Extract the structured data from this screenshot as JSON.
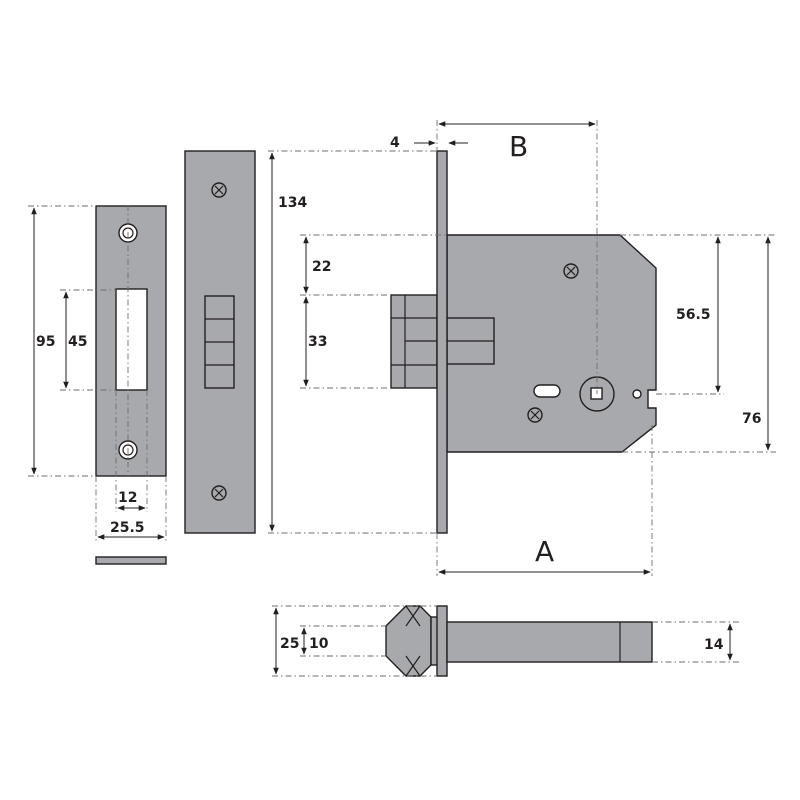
{
  "dimensions": {
    "strike_height": "95",
    "strike_slot_height": "45",
    "strike_slot_width": "12",
    "strike_width": "25.5",
    "forend_height": "134",
    "forend_thickness": "4",
    "backset_label": "B",
    "case_depth_label": "A",
    "bolt_upper_offset": "22",
    "bolt_height": "33",
    "spindle_offset": "56.5",
    "case_height": "76",
    "bolt_head_height": "25",
    "bolt_head_inner": "10",
    "bolt_tail_height": "14"
  },
  "colors": {
    "metal": "#a7a9ac",
    "outline": "#231f20"
  }
}
